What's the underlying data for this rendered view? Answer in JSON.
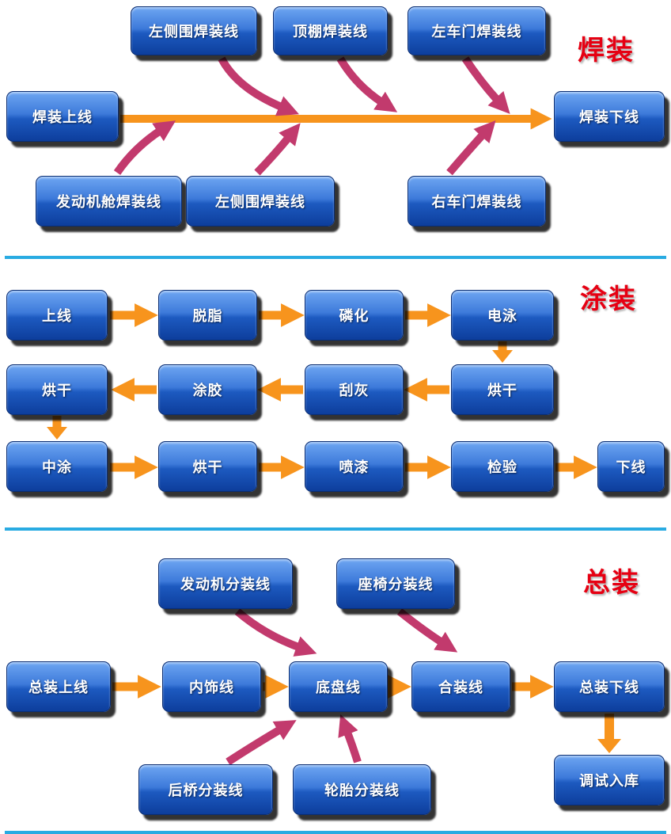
{
  "sections": {
    "welding": {
      "label": "焊装",
      "nodes": {
        "top_left_side": "左侧围焊装线",
        "top_roof": "顶棚焊装线",
        "top_left_door": "左车门焊装线",
        "line_on": "焊装上线",
        "line_off": "焊装下线",
        "engine_bay": "发动机舱焊装线",
        "bottom_left_side": "左侧围焊装线",
        "right_door": "右车门焊装线"
      }
    },
    "painting": {
      "label": "涂装",
      "row1": [
        "上线",
        "脱脂",
        "磷化",
        "电泳"
      ],
      "row2": [
        "烘干",
        "涂胶",
        "刮灰",
        "烘干"
      ],
      "row3": [
        "中涂",
        "烘干",
        "喷漆",
        "检验",
        "下线"
      ]
    },
    "assembly": {
      "label": "总装",
      "sub_assembly_top": [
        "发动机分装线",
        "座椅分装线"
      ],
      "main_line": [
        "总装上线",
        "内饰线",
        "底盘线",
        "合装线",
        "总装下线"
      ],
      "sub_assembly_bottom": [
        "后桥分装线",
        "轮胎分装线"
      ],
      "final": "调试入库"
    }
  },
  "colors": {
    "arrow_orange": "#f7941d",
    "arrow_magenta": "#c23a6d",
    "divider_blue": "#29abe2",
    "section_label_red": "#e60012",
    "box_gradient_top": "#6ea6f2",
    "box_gradient_bottom": "#0d3e9c"
  }
}
